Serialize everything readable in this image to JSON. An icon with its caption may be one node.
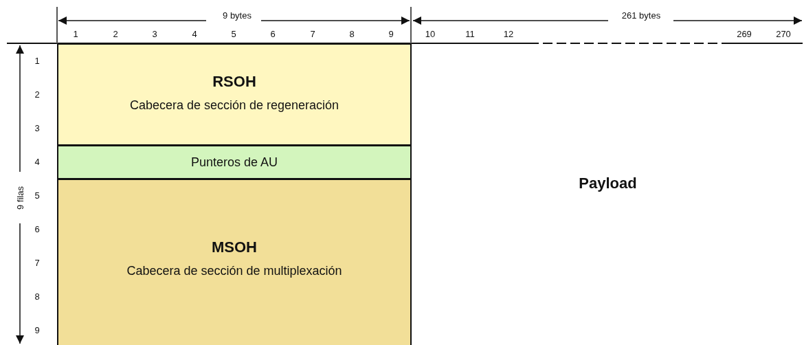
{
  "diagram": {
    "nodes": [
      {
        "text": [
          "RSOH",
          "Cabecera de sección de regeneración"
        ]
      },
      {
        "text": [
          "Punteros de AU"
        ]
      },
      {
        "text": [
          "MSOH",
          "Cabecera de sección de multiplexación"
        ]
      },
      {
        "text": [
          "Payload"
        ]
      }
    ],
    "labels": [
      "9 bytes",
      "261 bytes",
      "1",
      "2",
      "3",
      "4",
      "5",
      "6",
      "7",
      "8",
      "9",
      "10",
      "11",
      "12",
      "269",
      "270",
      "1",
      "2",
      "3",
      "4",
      "5",
      "6",
      "7",
      "8",
      "9",
      "9 filas"
    ]
  }
}
